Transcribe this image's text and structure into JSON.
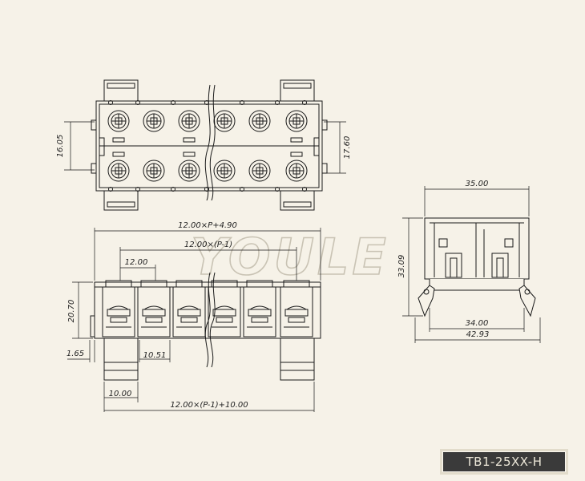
{
  "watermark": "YOULE",
  "part_code": "TB1-25XX-H",
  "colors": {
    "background": "#f6f2e8",
    "line": "#1a1a1a",
    "part_code_bg": "#3a3a3a",
    "part_code_text": "#ece7d8"
  },
  "top_view": {
    "dims": {
      "left_height": "16.05",
      "right_height": "17.60"
    }
  },
  "front_view": {
    "dims": {
      "overall_top": "12.00×P+4.90",
      "pitch_span": "12.00×(P-1)",
      "pitch": "12.00",
      "height": "20.70",
      "offset": "1.65",
      "slot_width": "10.51",
      "foot_width": "10.00",
      "overall_bottom": "12.00×(P-1)+10.00"
    }
  },
  "side_view": {
    "dims": {
      "top_width": "35.00",
      "height": "33.09",
      "inner_width": "34.00",
      "overall_width": "42.93"
    }
  }
}
